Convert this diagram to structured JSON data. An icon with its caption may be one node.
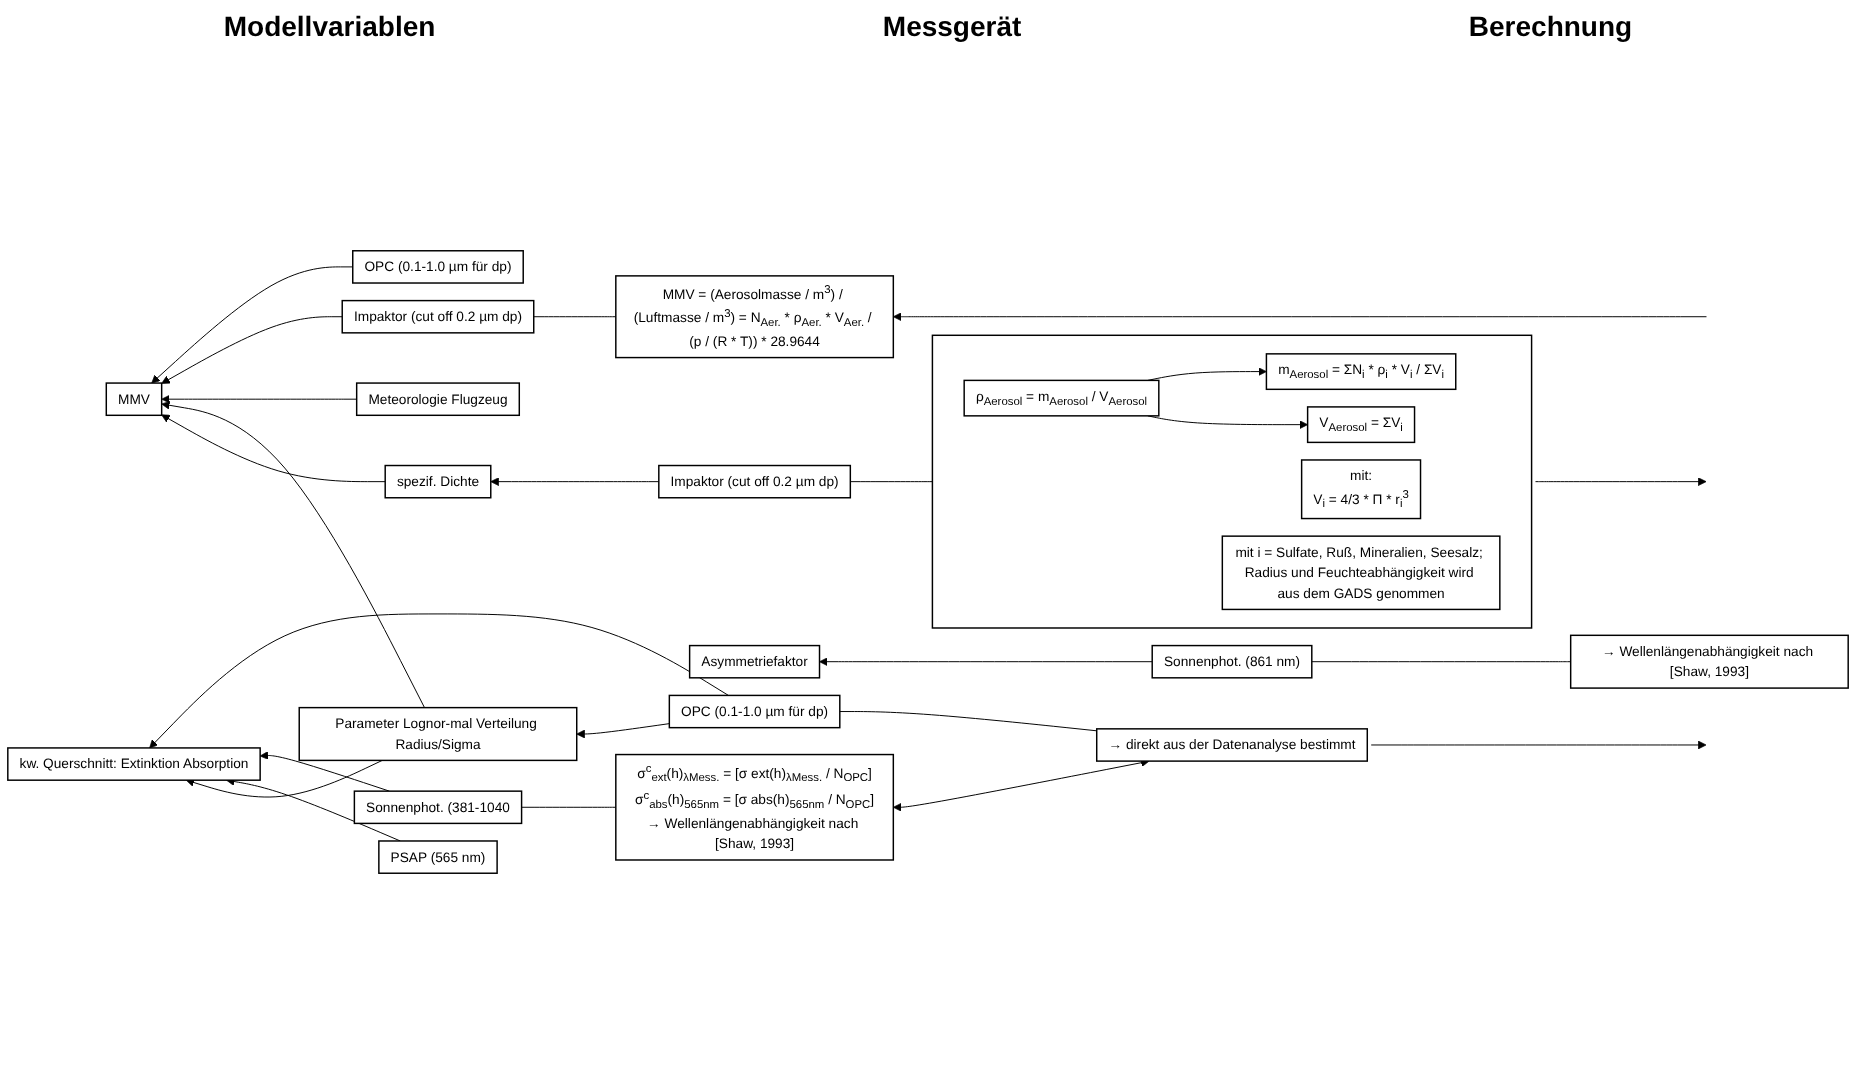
{
  "diagram": {
    "nodes": [
      {
        "text": [
          "Parameter Lognor-mal Verteilung Radius/Sigma"
        ]
      },
      {
        "text": [
          "OPC (0.1-1.0 µm für dp)"
        ]
      },
      {
        "text": [
          "→ direkt aus der Datenanalyse bestimmt"
        ]
      },
      {
        "text": [
          "kw. Querschnitt: Extinktion Absorption"
        ]
      },
      {
        "text": [
          "Sonnenphot. (381-1040"
        ]
      },
      {
        "text": [
          "PSAP (565 nm)"
        ]
      },
      {
        "text": [
          "σ$^{c}$$_{ext}$(h)$_{λMess.}$ = [σ ext(h)$_{λMess.}$ / N$_{OPC}$]",
          "σ$^{c}$$_{abs}$(h)$_{565nm}$ = [σ abs(h)$_{565nm}$ / N$_{OPC}$]",
          "→ Wellenlängenabhängigkeit nach [Shaw, 1993]"
        ]
      },
      {
        "text": [
          "Asymmetriefaktor"
        ]
      },
      {
        "text": [
          "Sonnenphot. (861 nm)"
        ]
      },
      {
        "text": [
          "→ Wellenlängenabhängigkeit nach [Shaw, 1993]"
        ]
      },
      {
        "text": [
          "spezif. Dichte"
        ]
      },
      {
        "text": [
          "Impaktor (cut off 0.2 µm dp)"
        ]
      },
      {
        "text": [],
        "shape": "box"
      },
      {
        "text": [
          "ρ$_{Aerosol}$ = m$_{Aerosol}$ / V$_{Aerosol}$"
        ],
        "in": 12
      },
      {
        "text": [
          "m$_{Aerosol}$ = ΣN$_{i}$ * ρ$_{i}$ * V$_{i}$ / ΣV$_{i}$"
        ],
        "in": 12
      },
      {
        "text": [
          "V$_{Aerosol}$ = ΣV$_{i}$"
        ],
        "in": 12
      },
      {
        "text": [
          "mit:",
          "V$_{i}$ = 4/3 * Π * r$_{i}$$^{3}$"
        ],
        "in": 12
      },
      {
        "text": [
          "mit i = Sulfate, Ruß, Mineralien, Seesalz; Radius und Feuchteabhängigkeit wird aus dem GADS genommen"
        ],
        "in": 12
      },
      {
        "text": [
          "MMV"
        ]
      },
      {
        "text": [
          "OPC (0.1-1.0 µm für dp)"
        ]
      },
      {
        "text": [
          "Impaktor (cut off 0.2 µm dp)"
        ]
      },
      {
        "text": [
          "Meteorologie Flugzeug"
        ]
      },
      {
        "text": [
          "MMV = (Aerosolmasse / m$^{3}$) / (Luftmasse / m$^{3}$) = N$_{Aer.}$ * ρ$_{Aer.}$ * V$_{Aer.}$ / (p / (R * T)) * 28.9644"
        ]
      }
    ],
    "edges": [
      {
        "from": 1,
        "to": 0,
        "arrow": "to"
      },
      {
        "from": 1,
        "to": 3,
        "arrow": "to"
      },
      {
        "from": 4,
        "to": 3,
        "arrow": "to"
      },
      {
        "from": 5,
        "to": 3,
        "arrow": "to"
      },
      {
        "from": 8,
        "to": 7,
        "arrow": "to"
      },
      {
        "from": 11,
        "to": 10,
        "arrow": "to"
      },
      {
        "from": 19,
        "to": 18,
        "arrow": "to"
      },
      {
        "from": 20,
        "to": 18,
        "arrow": "to"
      },
      {
        "from": 21,
        "to": 18,
        "arrow": "to"
      },
      {
        "from": 0,
        "to": 18,
        "arrow": "to"
      },
      {
        "from": 10,
        "to": 18,
        "arrow": "to"
      },
      {
        "from": 0,
        "to": 3,
        "arrow": "to"
      },
      {
        "from": 2,
        "to": 1,
        "arrow": "none"
      },
      {
        "from": 6,
        "to": 4,
        "arrow": "none"
      },
      {
        "from": 9,
        "to": 8,
        "arrow": "none"
      },
      {
        "from": 12,
        "to": 11,
        "arrow": "none"
      },
      {
        "from": 22,
        "to": 20,
        "arrow": "none"
      },
      {
        "from": 2,
        "to": 6,
        "arrow": "both"
      },
      {
        "from": 2,
        "to": null,
        "arrow": "to"
      },
      {
        "from": 13,
        "to": 14,
        "arrow": "to"
      },
      {
        "from": 13,
        "to": 15,
        "arrow": "to"
      },
      {
        "from": 12,
        "to": null,
        "arrow": "to"
      },
      {
        "from": null,
        "to": 22,
        "arrow": "to"
      }
    ],
    "labels": [
      "Modellvariablen",
      "Messgerät",
      "Berechnung"
    ]
  }
}
